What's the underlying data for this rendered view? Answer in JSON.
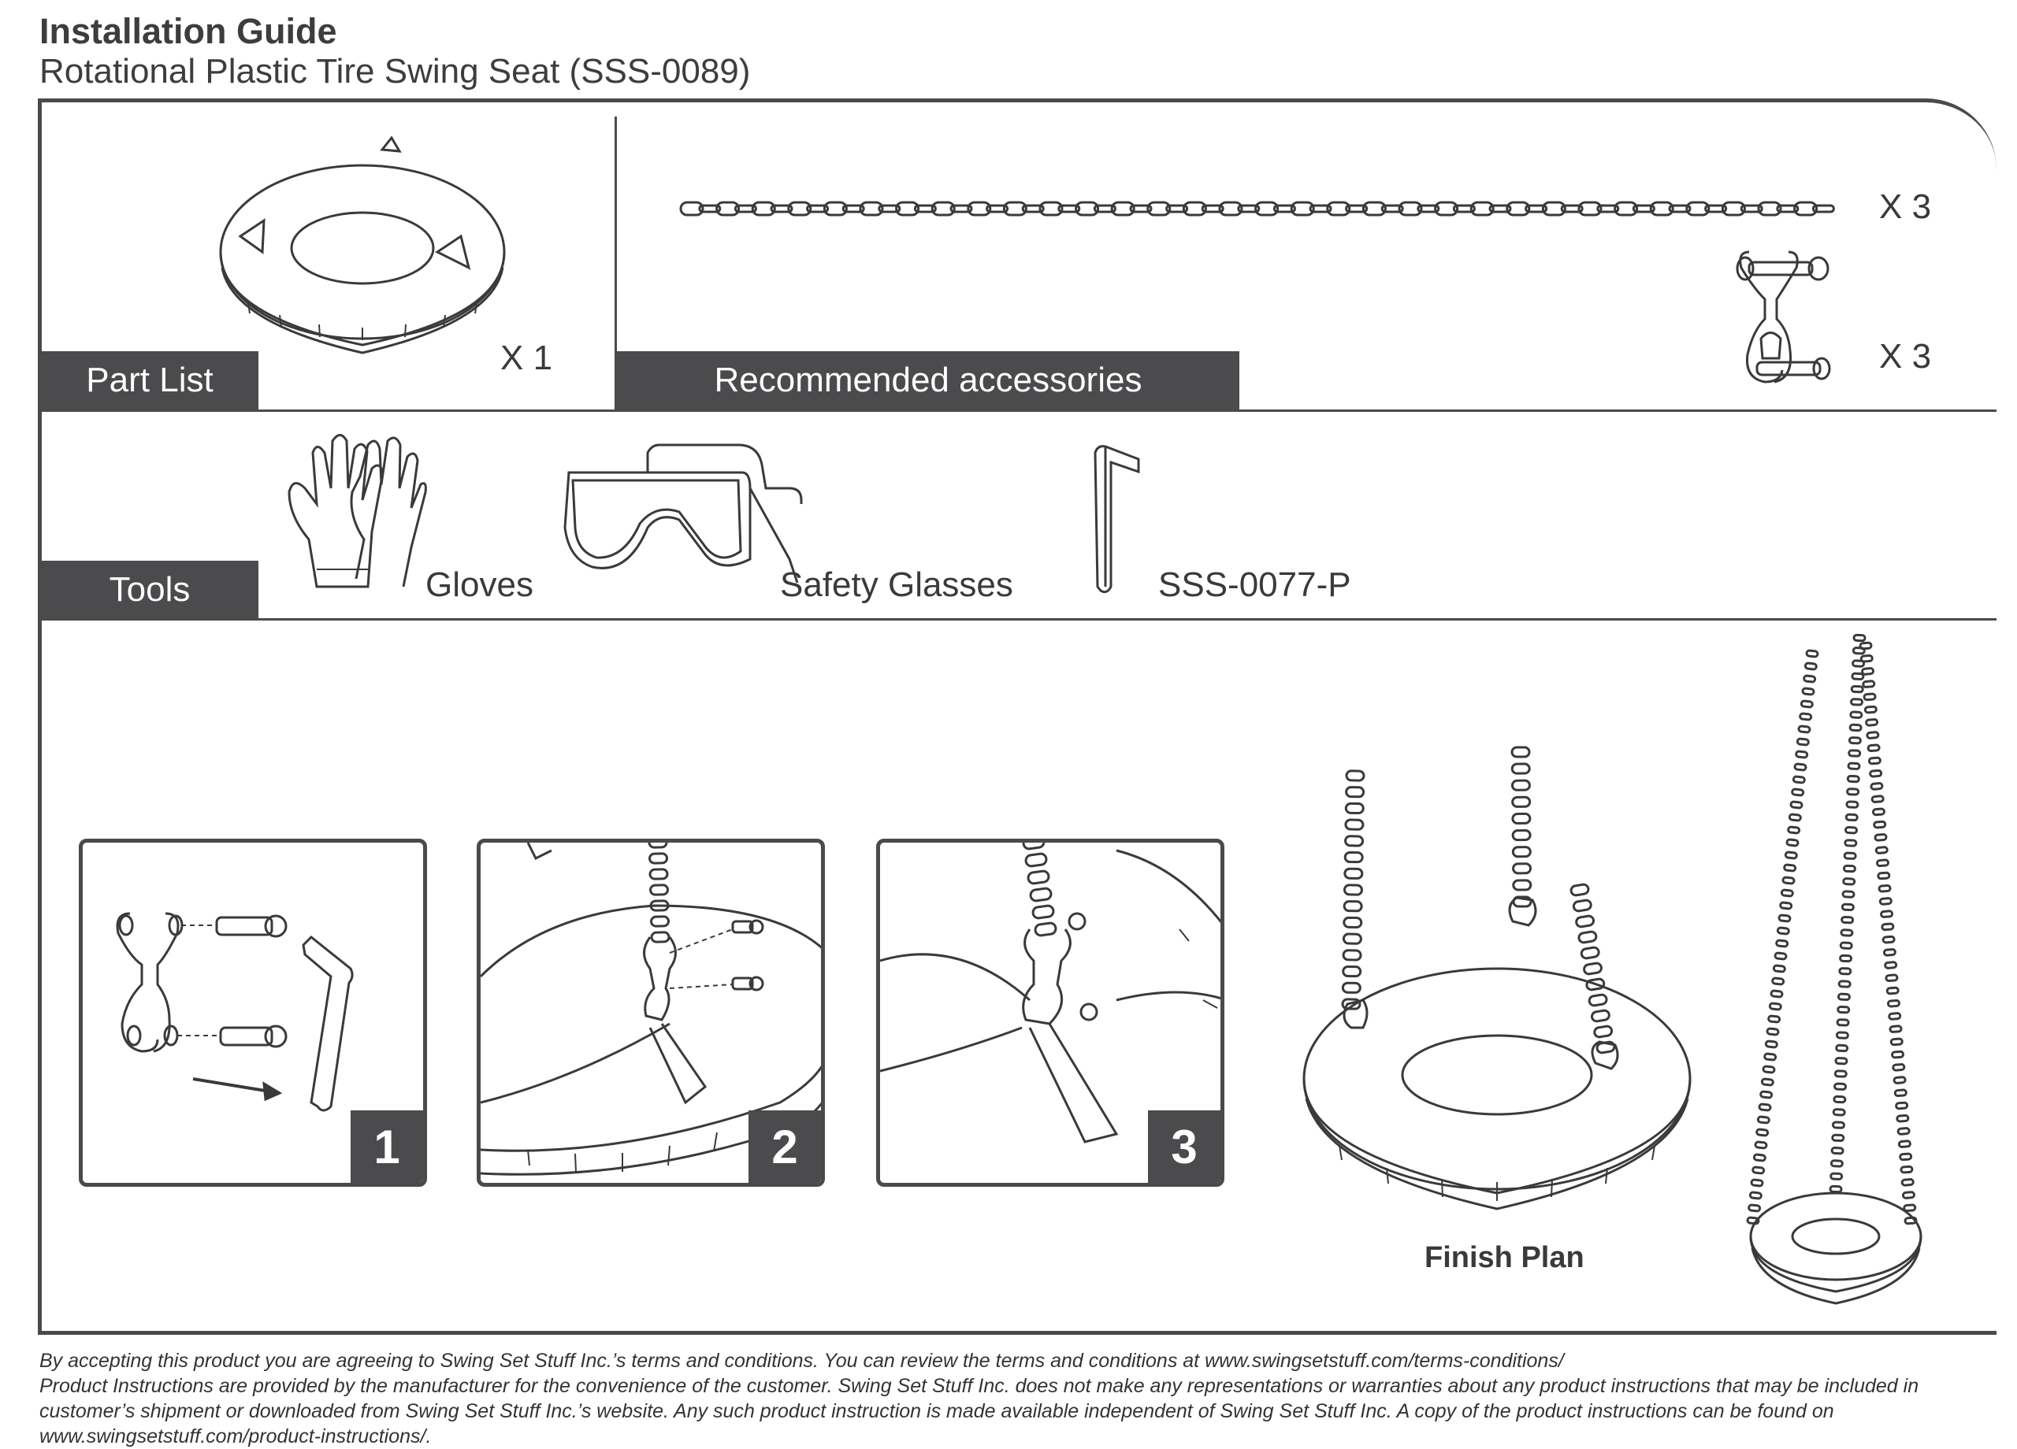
{
  "header": {
    "title": "Installation Guide",
    "subtitle": "Rotational Plastic Tire Swing Seat (SSS-0089)"
  },
  "parts": {
    "label": "Part List",
    "tire_qty": "X 1"
  },
  "accessories": {
    "label": "Recommended accessories",
    "chain_qty": "X 3",
    "shackle_qty": "X 3"
  },
  "tools": {
    "label": "Tools",
    "items": [
      "Gloves",
      "Safety Glasses",
      "SSS-0077-P"
    ]
  },
  "steps": [
    {
      "number": "1"
    },
    {
      "number": "2"
    },
    {
      "number": "3"
    }
  ],
  "finish": {
    "label": "Finish Plan"
  },
  "disclaimer": {
    "line1": "By accepting this product you are agreeing to Swing Set Stuff Inc.’s terms and conditions. You can review the terms and conditions at www.swingsetstuff.com/terms-conditions/",
    "line2": "Product Instructions are provided by the manufacturer for the convenience of the customer. Swing Set Stuff Inc. does not make any representations or warranties about any product instructions that may be included in customer’s shipment or downloaded from Swing Set Stuff Inc.’s website. Any such product instruction is made available independent of Swing Set Stuff Inc.  A copy of the product instructions can be found on www.swingsetstuff.com/product-instructions/."
  },
  "colors": {
    "label_bg": "#4b4b4d",
    "line": "#4a4a4a"
  },
  "icons": [
    "tire-icon",
    "chain-icon",
    "shackle-icon",
    "gloves-icon",
    "safety-glasses-icon",
    "hex-key-icon"
  ]
}
